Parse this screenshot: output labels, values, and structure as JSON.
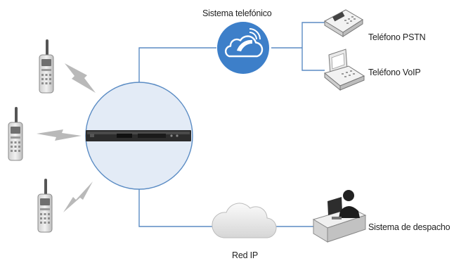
{
  "labels": {
    "phone_system": "Sistema telefónico",
    "pstn_phone": "Teléfono PSTN",
    "voip_phone": "Teléfono VoIP",
    "ip_network": "Red IP",
    "dispatch_system": "Sistema de despacho"
  },
  "colors": {
    "link_line": "#5b8cc4",
    "hub_fill": "#e3ebf6",
    "hub_stroke": "#5b8cc4",
    "phone_system_fill": "#3d7fc9",
    "lightning": "#b9b9b9",
    "cloud": "#eeeeee"
  },
  "icons": {
    "hub": "repeater-device-icon",
    "phone_system": "phone-cloud-icon",
    "pstn_phone": "desk-phone-icon",
    "voip_phone": "voip-phone-icon",
    "ip_network": "cloud-icon",
    "dispatch_system": "dispatch-console-icon",
    "radios": "handheld-radio-icon",
    "signal": "lightning-bolt-icon"
  }
}
